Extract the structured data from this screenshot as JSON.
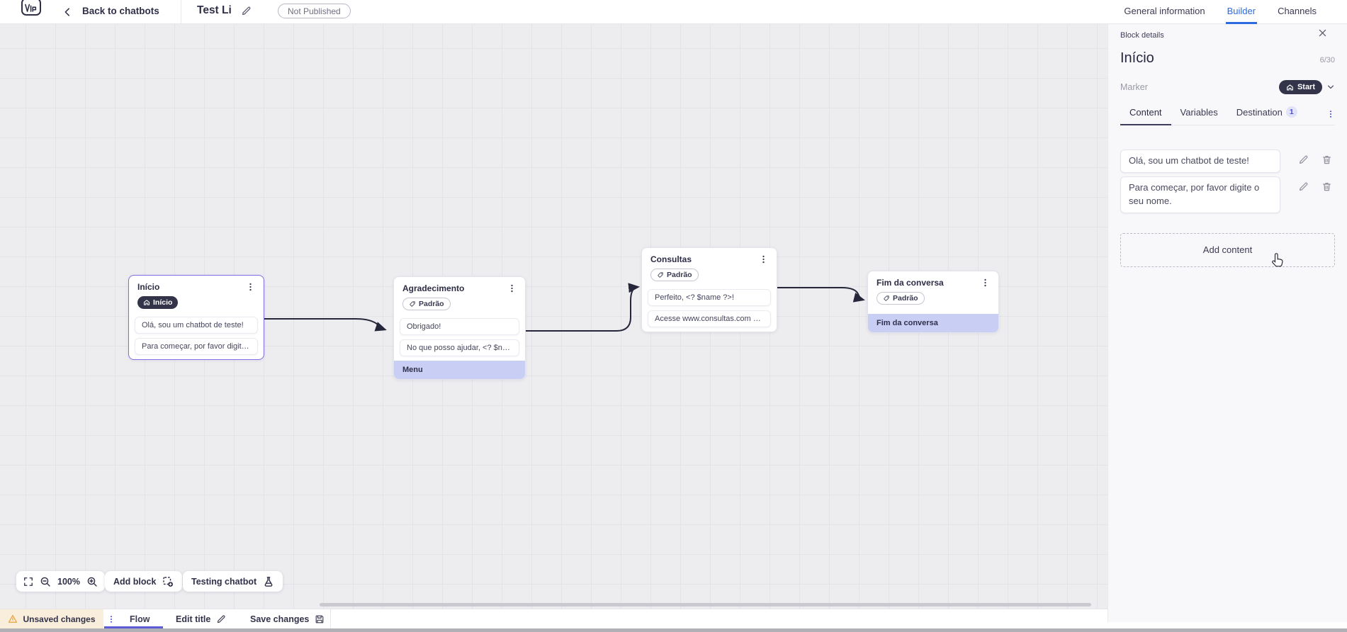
{
  "top_bar": {
    "logo": "VIA",
    "back_label": "Back to chatbots",
    "title": "Test Li",
    "status_badge": "Not Published",
    "tabs": [
      {
        "label": "General information",
        "active": false
      },
      {
        "label": "Builder",
        "active": true
      },
      {
        "label": "Channels",
        "active": false
      }
    ]
  },
  "panel": {
    "header": "Block details",
    "block_name": "Início",
    "name_counter": "6/30",
    "marker_label": "Marker",
    "marker_value": "Start",
    "tabs": [
      {
        "label": "Content",
        "active": true
      },
      {
        "label": "Variables",
        "active": false
      },
      {
        "label": "Destination",
        "active": false,
        "badge": "1"
      }
    ],
    "messages": [
      "Olá, sou um chatbot de teste!",
      "Para começar, por favor digite o seu nome."
    ],
    "add_content_label": "Add content"
  },
  "canvas": {
    "blocks": [
      {
        "title": "Início",
        "selected": true,
        "tag": {
          "label": "Início",
          "style": "dark",
          "icon": "home-icon"
        },
        "items": [
          {
            "type": "message",
            "text": "Olá, sou um chatbot de teste!"
          },
          {
            "type": "message",
            "text": "Para começar, por favor digite o ..."
          }
        ]
      },
      {
        "title": "Agradecimento",
        "selected": false,
        "tag": {
          "label": "Padrão",
          "style": "outline",
          "icon": "tag-icon"
        },
        "items": [
          {
            "type": "message",
            "text": "Obrigado!"
          },
          {
            "type": "message",
            "text": "No que posso ajudar, <? $name ..."
          },
          {
            "type": "highlight",
            "text": "Menu"
          }
        ]
      },
      {
        "title": "Consultas",
        "selected": false,
        "tag": {
          "label": "Padrão",
          "style": "outline",
          "icon": "tag-icon"
        },
        "items": [
          {
            "type": "message",
            "text": "Perfeito, <? $name ?>!"
          },
          {
            "type": "message",
            "text": "Acesse www.consultas.com par..."
          }
        ]
      },
      {
        "title": "Fim da conversa",
        "selected": false,
        "tag": {
          "label": "Padrão",
          "style": "outline",
          "icon": "tag-icon"
        },
        "items": [
          {
            "type": "highlight",
            "text": "Fim da conversa"
          }
        ]
      }
    ]
  },
  "toolbar": {
    "zoom_level": "100%",
    "add_block_label": "Add block",
    "testing_label": "Testing chatbot"
  },
  "bottom_bar": {
    "unsaved_label": "Unsaved changes",
    "flow_tab": "Flow",
    "edit_title_label": "Edit title",
    "save_label": "Save changes"
  },
  "colors": {
    "accent": "#5d5cd8",
    "builder_tab_blue": "#2d6ae0",
    "highlight_row": "#c9cef5",
    "dark_pill": "#33334a",
    "selected_block_border": "#7d6fe8",
    "warning": "#e8a33d",
    "connector": "#26263a"
  }
}
